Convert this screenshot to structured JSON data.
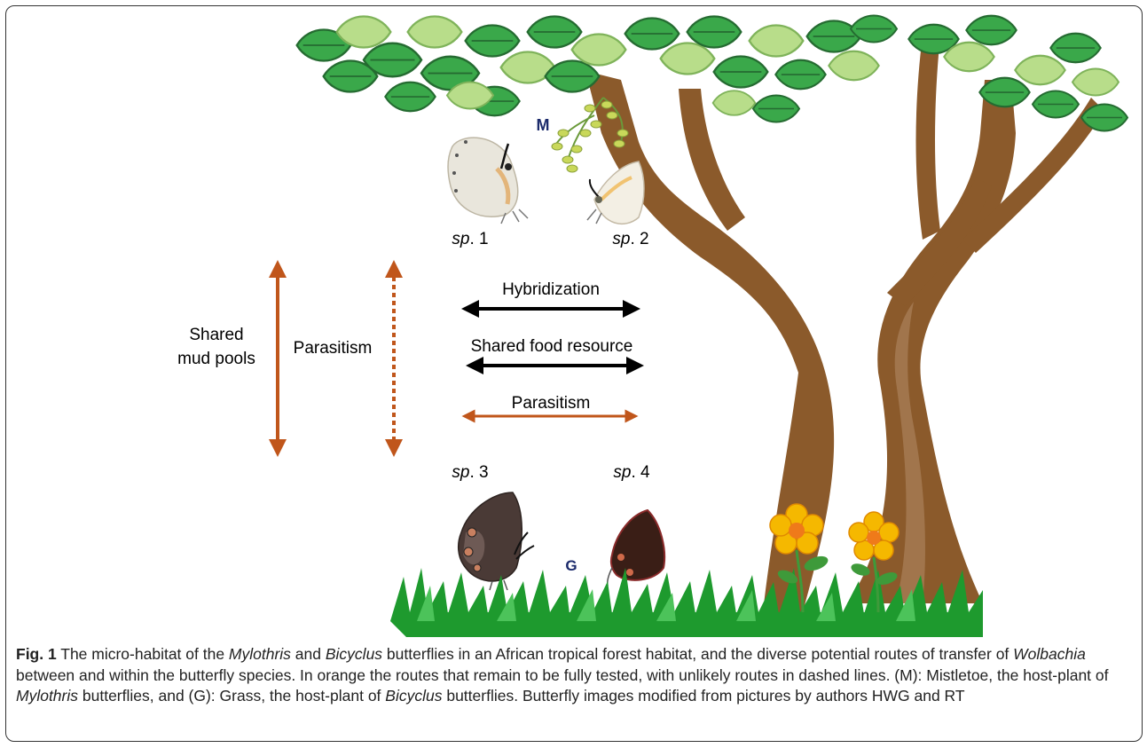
{
  "figure": {
    "labels": {
      "mistletoe_letter": "M",
      "grass_letter": "G",
      "sp1": [
        "sp",
        ". 1"
      ],
      "sp2": [
        "sp",
        ". 2"
      ],
      "sp3": [
        "sp",
        ". 3"
      ],
      "sp4": [
        "sp",
        ". 4"
      ],
      "shared_mud_pools_line1": "Shared",
      "shared_mud_pools_line2": "mud pools",
      "parasitism_vertical": "Parasitism",
      "hybridization": "Hybridization",
      "shared_food_resource": "Shared food resource",
      "parasitism_horizontal": "Parasitism"
    },
    "colors": {
      "orange_route": "#c0561b",
      "black_route": "#000000",
      "trunk": "#8b5a2b",
      "leaf_dark": "#3aa84a",
      "leaf_light": "#b8dd8a",
      "grass": "#1e9a2e",
      "flower_petal": "#f5b800",
      "flower_center": "#ef7a1a",
      "label_blue": "#1b2a6b"
    },
    "icons": [
      "tree-illustration",
      "mistletoe-icon",
      "grass-illustration",
      "flower-icon",
      "butterfly-icon"
    ]
  },
  "caption": {
    "fig_label": "Fig. 1",
    "seg1": " The micro-habitat of the ",
    "genus1": "Mylothris",
    "seg2": " and ",
    "genus2": "Bicyclus",
    "seg3": " butterflies in an African tropical forest habitat, and the diverse potential routes of transfer of ",
    "genus3": "Wolbachia",
    "seg4": " between and within the butterfly species. In orange the routes that remain to be fully tested, with unlikely routes in dashed lines. (M): Mistletoe, the host-plant of ",
    "genus4": "Mylothris",
    "seg5": " butterflies, and (G): Grass, the host-plant of ",
    "genus5": "Bicyclus",
    "seg6": " butterflies. Butterfly images modified from pictures by authors HWG and RT"
  }
}
